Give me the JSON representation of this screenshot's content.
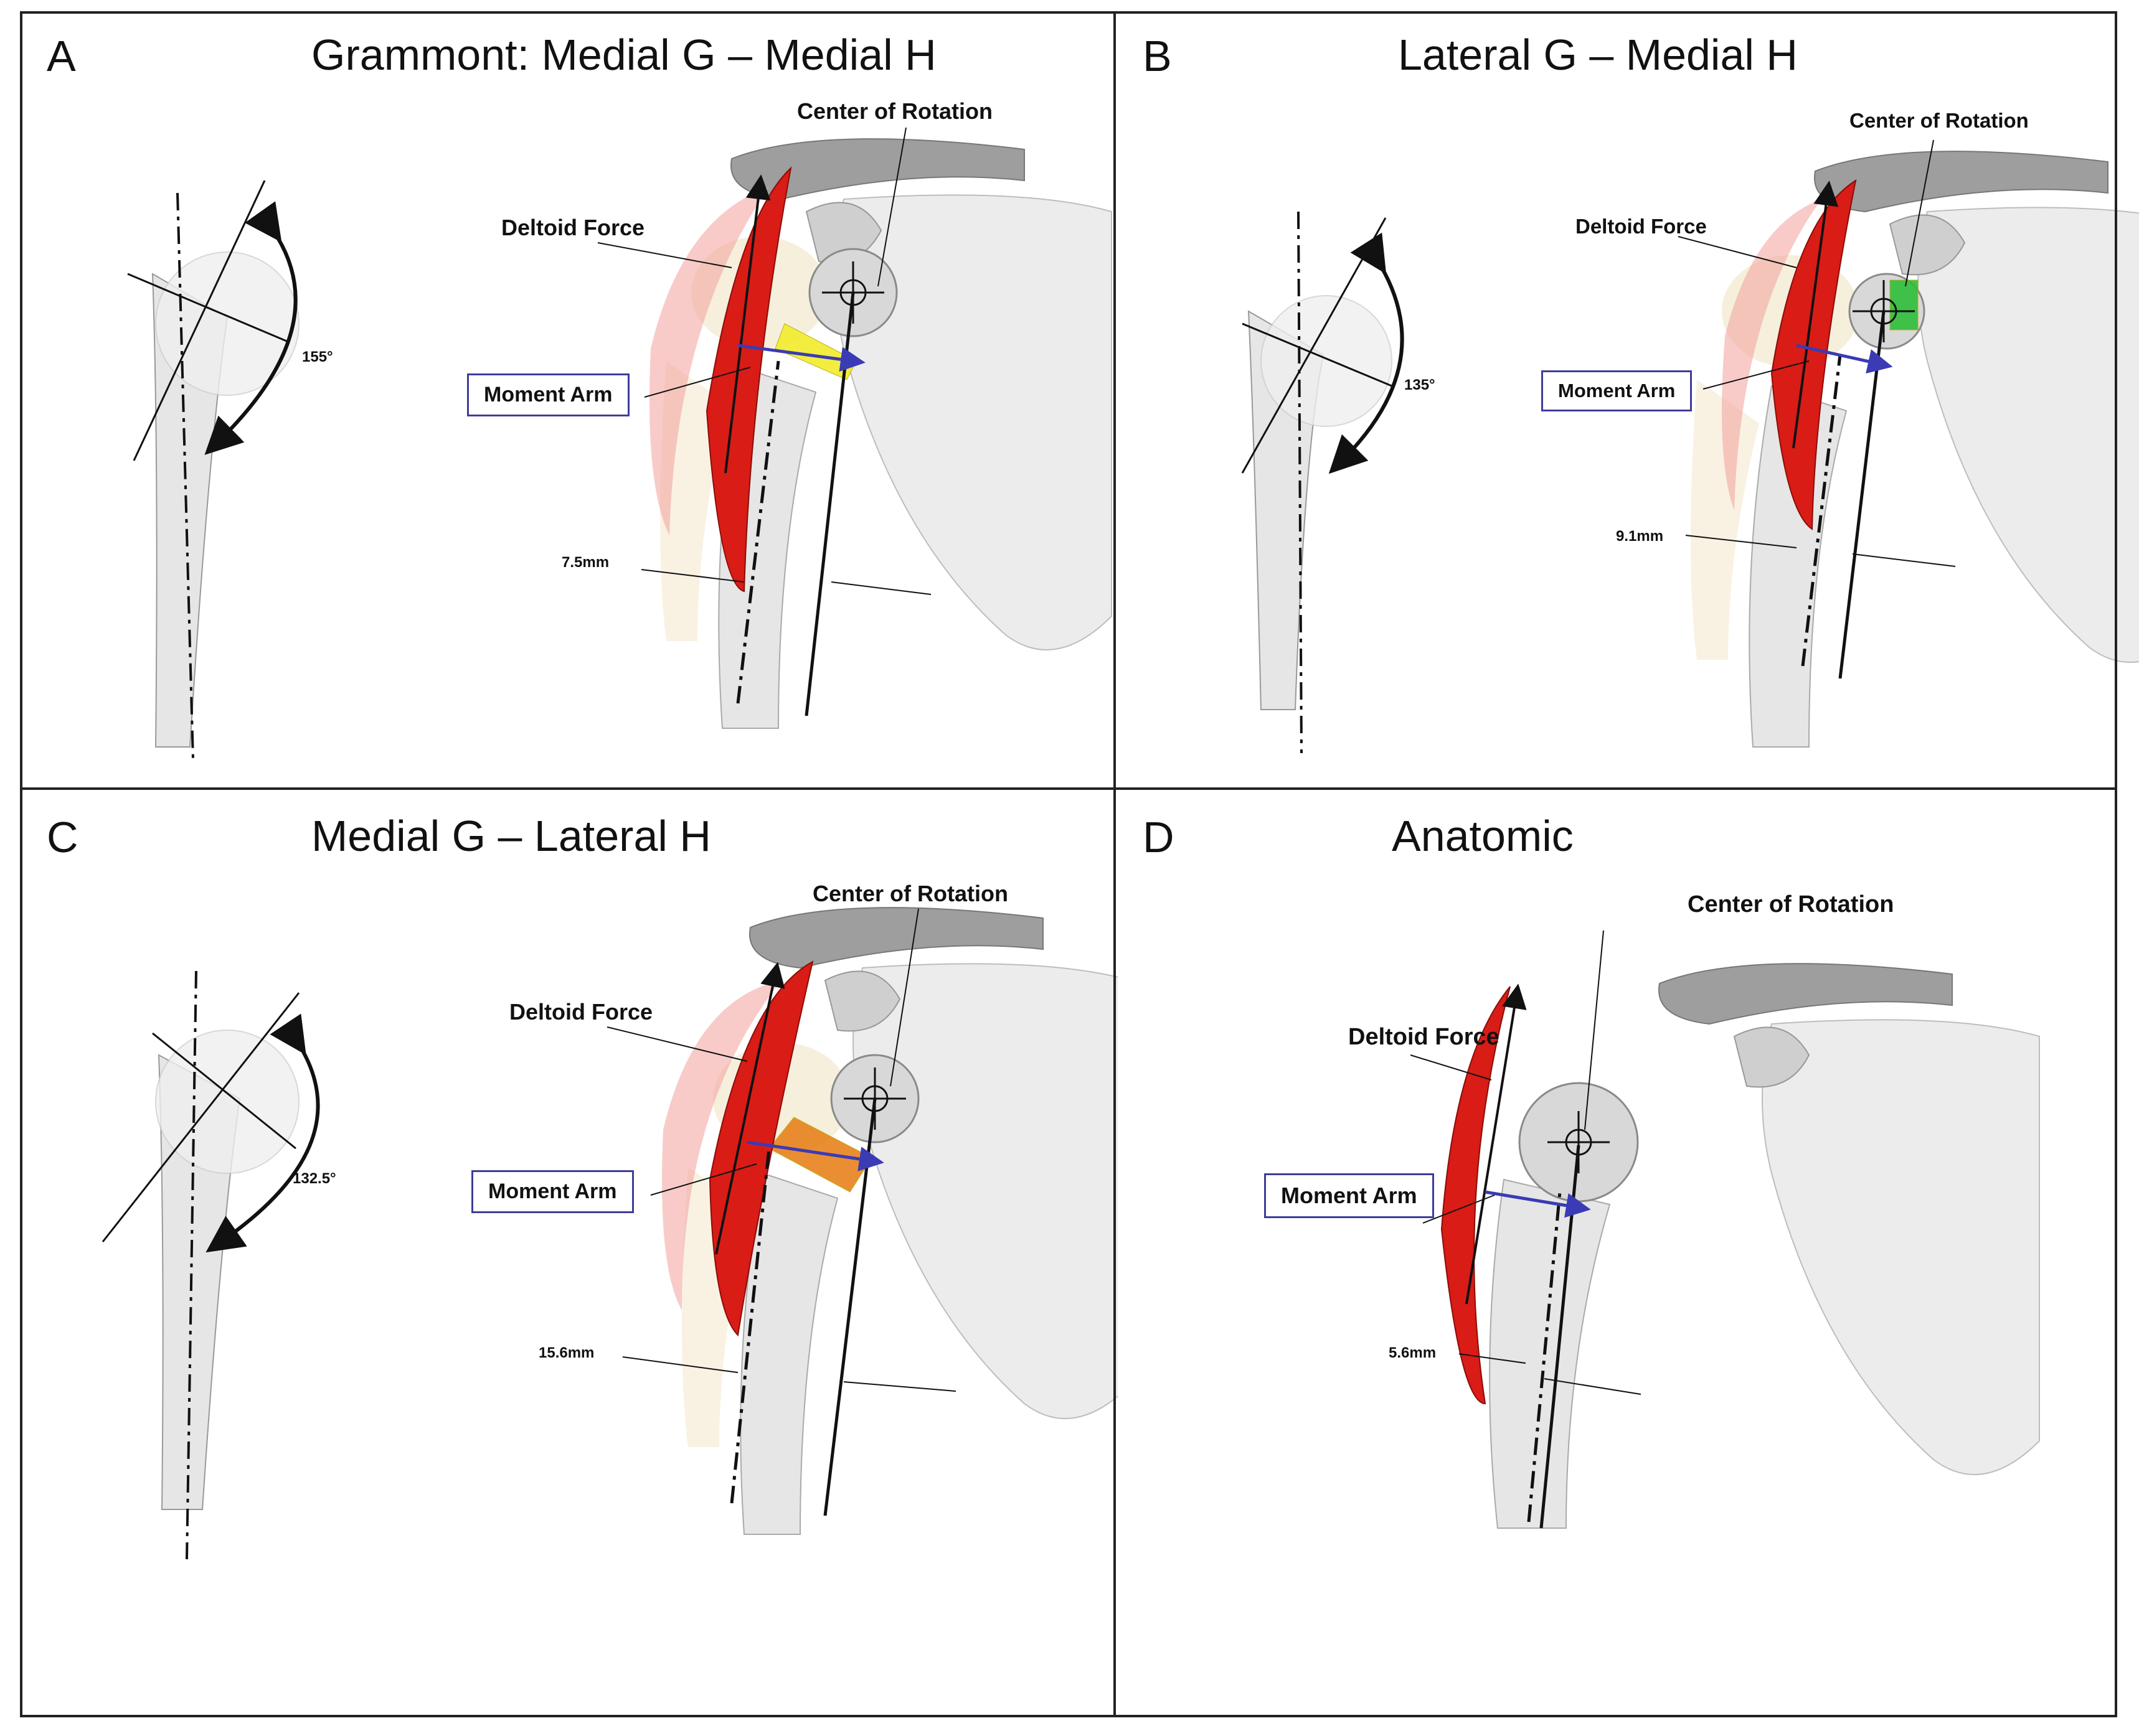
{
  "panels": [
    {
      "letter": "A",
      "title": "Grammont: Medial G – Medial H",
      "angle": "155°",
      "offset": "7.5mm",
      "center_label": "Center of Rotation",
      "deltoid_label": "Deltoid Force",
      "moment_label": "Moment Arm",
      "implant_color": "#f2ec2c"
    },
    {
      "letter": "B",
      "title": "Lateral G – Medial H",
      "angle": "135°",
      "offset": "9.1mm",
      "center_label": "Center of Rotation",
      "deltoid_label": "Deltoid Force",
      "moment_label": "Moment Arm",
      "implant_color": "#2fbf3a"
    },
    {
      "letter": "C",
      "title": "Medial G – Lateral H",
      "angle": "132.5°",
      "offset": "15.6mm",
      "center_label": "Center of Rotation",
      "deltoid_label": "Deltoid Force",
      "moment_label": "Moment Arm",
      "implant_color": "#e8821e"
    },
    {
      "letter": "D",
      "title": "Anatomic",
      "angle": "",
      "offset": "5.6mm",
      "center_label": "Center of Rotation",
      "deltoid_label": "Deltoid Force",
      "moment_label": "Moment Arm",
      "implant_color": ""
    }
  ],
  "colors": {
    "deltoid": "#d91c16",
    "moment_arrow": "#3b3bb5",
    "bone": "#e6e6e6",
    "border": "#222222"
  }
}
